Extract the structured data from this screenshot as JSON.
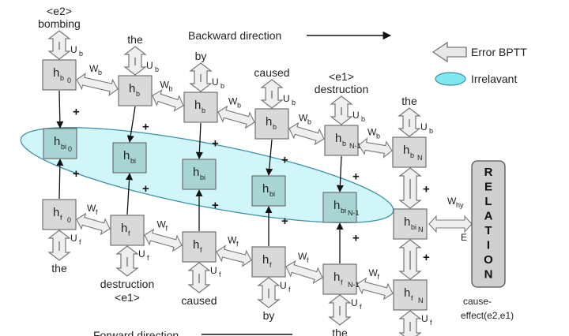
{
  "directions": {
    "backward": "Backward direction",
    "forward": "Forward direction"
  },
  "legend": {
    "error": "Error BPTT",
    "irrelevant": "Irrelavant"
  },
  "words_top": [
    "bombing",
    "the",
    "by",
    "caused",
    "destruction",
    "the"
  ],
  "tags_top": {
    "e2": "<e2>",
    "e1": "<e1>"
  },
  "words_bottom": [
    "the",
    "destruction",
    "caused",
    "by",
    "the"
  ],
  "tags_bottom": {
    "e1": "<e1>"
  },
  "hidden": {
    "h": "h",
    "b": "b",
    "f": "f",
    "bi": "bi"
  },
  "subscripts": {
    "zero": "0",
    "nminus1": "N-1",
    "n": "N"
  },
  "weights": {
    "Ub": "U",
    "Wb": "W",
    "Uf": "U",
    "Wf": "W",
    "Why": "W",
    "b": "b",
    "f": "f",
    "hy": "hy",
    "E": "E"
  },
  "plus": "+",
  "relation": {
    "letters": [
      "R",
      "E",
      "L",
      "A",
      "T",
      "I",
      "O",
      "N"
    ]
  },
  "output": {
    "line1": "cause-",
    "line2": "effect(e2,e1)"
  }
}
